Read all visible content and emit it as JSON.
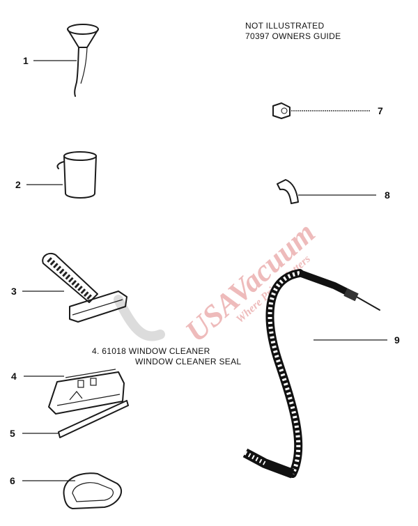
{
  "notes": {
    "not_illustrated_line1": "NOT ILLUSTRATED",
    "not_illustrated_line2": "70397 OWNERS GUIDE",
    "window_cleaner_line1": "4. 61018  WINDOW CLEANER",
    "window_cleaner_line2": "WINDOW CLEANER SEAL"
  },
  "callouts": [
    "1",
    "2",
    "3",
    "4",
    "5",
    "6",
    "7",
    "8",
    "9"
  ],
  "watermark": {
    "brand": "USAVacuum",
    "tagline": "Where Price Matters",
    "color": "#e05a5a"
  }
}
